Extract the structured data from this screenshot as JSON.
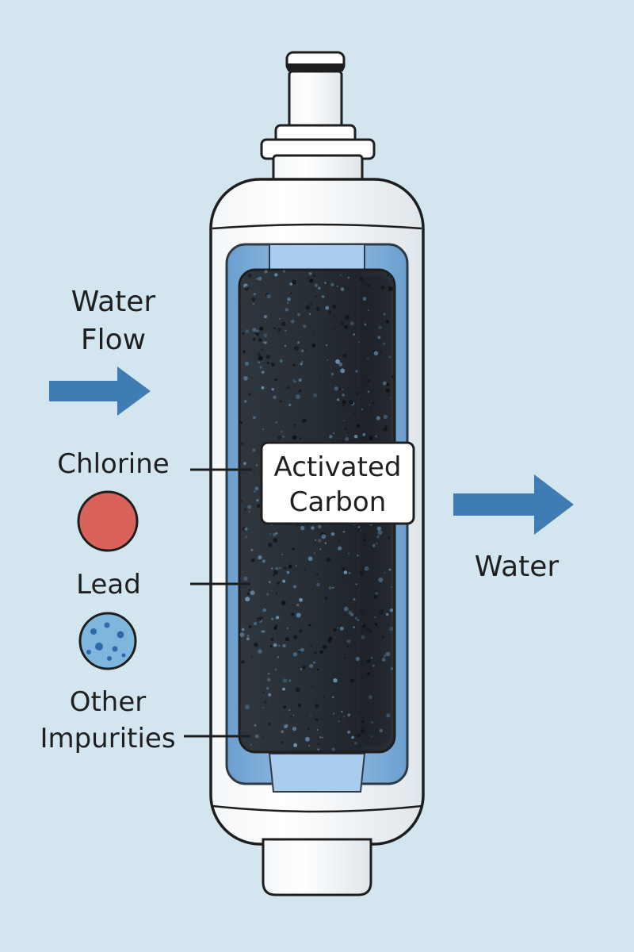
{
  "labels": {
    "water_flow_line1": "Water",
    "water_flow_line2": "Flow",
    "chlorine": "Chlorine",
    "lead": "Lead",
    "other_line1": "Other",
    "other_line2": "Impurities",
    "carbon_line1": "Activated",
    "carbon_line2": "Carbon",
    "water_out": "Water"
  },
  "colors": {
    "background": "#d3e5ee",
    "arrow": "#3f7cb3",
    "carbon": "#262d33",
    "chlorine": "#d9635a",
    "lead": "#7fb6de",
    "housing": "#ffffff",
    "outline": "#1e1e1e",
    "liner": "#7fb0dc"
  }
}
